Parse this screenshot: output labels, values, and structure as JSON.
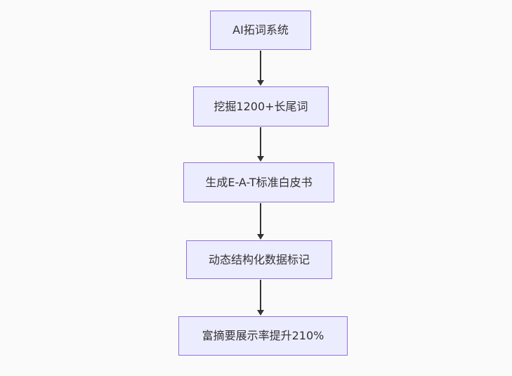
{
  "flowchart": {
    "title": "SEO AI flow diagram",
    "direction": "top-down",
    "nodes": [
      {
        "id": "n1",
        "label": "AI拓词系统"
      },
      {
        "id": "n2",
        "label": "挖掘1200+长尾词"
      },
      {
        "id": "n3",
        "label": "生成E-A-T标准白皮书"
      },
      {
        "id": "n4",
        "label": "动态结构化数据标记"
      },
      {
        "id": "n5",
        "label": "富摘要展示率提升210%"
      }
    ],
    "edges": [
      {
        "from": "n1",
        "to": "n2"
      },
      {
        "from": "n2",
        "to": "n3"
      },
      {
        "from": "n3",
        "to": "n4"
      },
      {
        "from": "n4",
        "to": "n5"
      }
    ]
  },
  "theme": {
    "background": "#FAFAFA",
    "node_fill": "#ECECFF",
    "node_border": "#9370DB",
    "text_color": "#333333",
    "arrow_color": "#333333"
  }
}
